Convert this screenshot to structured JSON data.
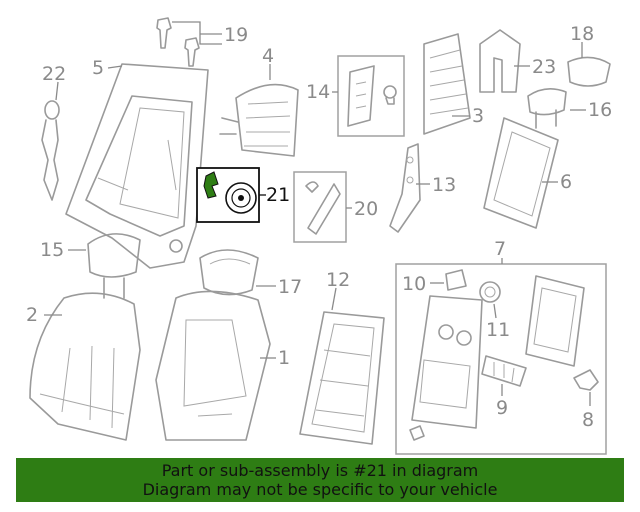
{
  "callouts": {
    "c1": "1",
    "c2": "2",
    "c3": "3",
    "c4": "4",
    "c5": "5",
    "c6": "6",
    "c7": "7",
    "c8": "8",
    "c9": "9",
    "c10": "10",
    "c11": "11",
    "c12": "12",
    "c13": "13",
    "c14": "14",
    "c15": "15",
    "c16": "16",
    "c17": "17",
    "c18": "18",
    "c19": "19",
    "c20": "20",
    "c21": "21",
    "c22": "22",
    "c23": "23"
  },
  "highlight": {
    "part": "21",
    "color": "#2e7d14"
  },
  "banner": {
    "line1": "Part or sub-assembly is #21 in diagram",
    "line2": "Diagram may not be specific to your vehicle",
    "background": "#2e7d14"
  }
}
